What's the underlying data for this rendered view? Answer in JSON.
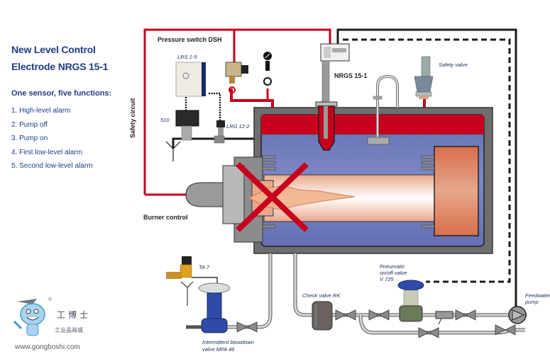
{
  "heading": {
    "line1": "New Level Control",
    "line2": "Electrode NRGS 15-1"
  },
  "subtitle": "One sensor, five functions:",
  "functions": [
    "1. High-level alarm",
    "2. Pump off",
    "3. Pump on",
    "4. First low-level alarm",
    "5. Second low-level alarm"
  ],
  "labels": {
    "pressure_switch": "Pressure switch DSH",
    "lrs": "LRS 1-5",
    "model_510": "510",
    "lrg": "LRG 12-2",
    "nrgs": "NRGS 15-1",
    "safety_valve": "Safety valve",
    "safety_circuit": "Safety circuit",
    "burner_control": "Burner control",
    "ta7": "TA 7",
    "blowdown_line1": "Intermittent blowdown",
    "blowdown_line2": "valve MPA 46",
    "check_valve": "Check valve RK",
    "pneumatic_line1": "Pneumatic",
    "pneumatic_line2": "on/off valve",
    "pneumatic_line3": "V 725",
    "feedwater_line1": "Feedwater",
    "feedwater_line2": "pump"
  },
  "watermark": {
    "brand": "工博士",
    "tagline": "工业品商城",
    "url": "www.gongboshi.com",
    "registered": "®"
  },
  "colors": {
    "heading_blue": "#1f3c88",
    "steam_red": "#c8001e",
    "water_blue": "#6f79b8",
    "shell_gray": "#6d6d6d",
    "flame_orange": "#e59468"
  }
}
